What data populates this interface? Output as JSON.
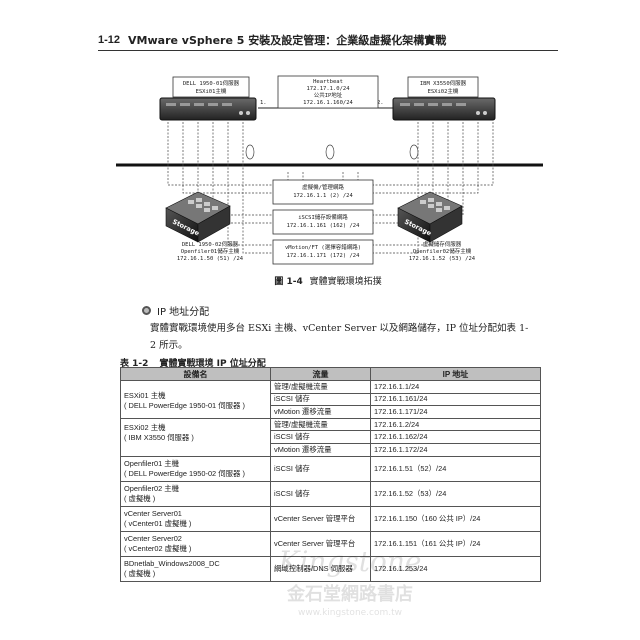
{
  "header": {
    "page_number": "1-12",
    "title": "VMware vSphere 5 安裝及設定管理：企業級虛擬化架構實戰"
  },
  "diagram": {
    "server1_label": [
      "DELL 1950-01伺服器",
      "ESXi01主機"
    ],
    "server2_label": [
      "IBM X3550伺服器",
      "ESXi02主機"
    ],
    "heartbeat_label": [
      "Heartbeat",
      "172.17.1.0/24",
      "公共IP地址",
      "172.16.1.160/24"
    ],
    "heartbeat_marker_left": "1.",
    "heartbeat_marker_right": "2.",
    "storage_text": "Storage",
    "storage1_label": [
      "DELL 1950-02伺服器",
      "Openfiler01儲存主機",
      "172.16.1.50 (51) /24"
    ],
    "storage2_label": [
      "虛擬儲存伺服器",
      "Openfiler02儲存主機",
      "172.16.1.52 (53) /24"
    ],
    "network_boxes": [
      [
        "虛擬機/管理網路",
        "172.16.1.1 (2) /24"
      ],
      [
        "iSCSI儲存設備網路",
        "172.16.1.161 (162) /24"
      ],
      [
        "vMotion/FT (選擇容錯網路)",
        "172.16.1.171 (172) /24"
      ]
    ]
  },
  "figure_caption": {
    "number": "圖 1-4",
    "text": "實體實戰環境拓撲"
  },
  "section_title": "IP 地址分配",
  "paragraph": "實體實戰環境使用多台 ESXi 主機、vCenter Server 以及網路儲存，IP 位址分配如表 1-2 所示。",
  "table_caption": {
    "number": "表 1-2",
    "text": "實體實戰環境 IP 位址分配"
  },
  "table": {
    "headers": [
      "設備名",
      "流量",
      "IP 地址"
    ],
    "groups": [
      {
        "device": [
          "ESXi01 主機",
          "( DELL PowerEdge 1950-01 伺服器 )"
        ],
        "rows": [
          [
            "管理/虛擬機流量",
            "172.16.1.1/24"
          ],
          [
            "iSCSI 儲存",
            "172.16.1.161/24"
          ],
          [
            "vMotion 遷移流量",
            "172.16.1.171/24"
          ]
        ]
      },
      {
        "device": [
          "ESXi02 主機",
          "( IBM X3550 伺服器 )"
        ],
        "rows": [
          [
            "管理/虛擬機流量",
            "172.16.1.2/24"
          ],
          [
            "iSCSI 儲存",
            "172.16.1.162/24"
          ],
          [
            "vMotion 遷移流量",
            "172.16.1.172/24"
          ]
        ]
      },
      {
        "device": [
          "Openfiler01 主機",
          "( DELL PowerEdge 1950-02 伺服器 )"
        ],
        "rows": [
          [
            "iSCSI 儲存",
            "172.16.1.51（52）/24"
          ]
        ]
      },
      {
        "device": [
          "Openfiler02 主機",
          "( 虛擬機 )"
        ],
        "rows": [
          [
            "iSCSI 儲存",
            "172.16.1.52（53）/24"
          ]
        ]
      },
      {
        "device": [
          "vCenter Server01",
          "( vCenter01 虛擬機 )"
        ],
        "rows": [
          [
            "vCenter Server 管理平台",
            "172.16.1.150（160 公共 IP）/24"
          ]
        ]
      },
      {
        "device": [
          "vCenter Server02",
          "( vCenter02 虛擬機 )"
        ],
        "rows": [
          [
            "vCenter Server 管理平台",
            "172.16.1.151（161 公共 IP）/24"
          ]
        ]
      },
      {
        "device": [
          "BDnetlab_Windows2008_DC",
          "( 虛擬機 )"
        ],
        "rows": [
          [
            "網域控制器/DNS 伺服器",
            "172.16.1.253/24"
          ]
        ]
      }
    ]
  },
  "watermark": {
    "line1": "Kingstone",
    "line2": "金石堂網路書店",
    "line3": "www.kingstone.com.tw"
  }
}
